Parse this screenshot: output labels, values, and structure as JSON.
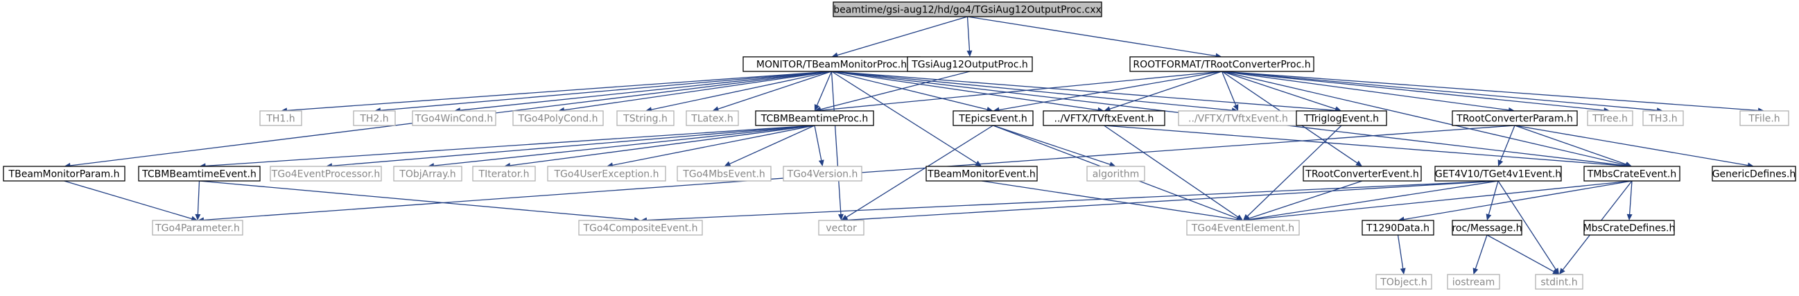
{
  "diagram": {
    "type": "include-dependency-graph",
    "nodes": [
      {
        "id": "root",
        "label": "beamtime/gsi-aug12/hd/go4/TGsiAug12OutputProc.cxx",
        "style": "root"
      },
      {
        "id": "monitor",
        "label": "MONITOR/TBeamMonitorProc.h",
        "style": "normal"
      },
      {
        "id": "tgsiout",
        "label": "TGsiAug12OutputProc.h",
        "style": "normal"
      },
      {
        "id": "rootfmt",
        "label": "ROOTFORMAT/TRootConverterProc.h",
        "style": "normal"
      },
      {
        "id": "th1",
        "label": "TH1.h",
        "style": "missing"
      },
      {
        "id": "th2",
        "label": "TH2.h",
        "style": "missing"
      },
      {
        "id": "wincond",
        "label": "TGo4WinCond.h",
        "style": "missing"
      },
      {
        "id": "polycond",
        "label": "TGo4PolyCond.h",
        "style": "missing"
      },
      {
        "id": "tstring",
        "label": "TString.h",
        "style": "missing"
      },
      {
        "id": "tlatex",
        "label": "TLatex.h",
        "style": "missing"
      },
      {
        "id": "tcbmproc",
        "label": "TCBMBeamtimeProc.h",
        "style": "normal"
      },
      {
        "id": "tepics",
        "label": "TEpicsEvent.h",
        "style": "normal"
      },
      {
        "id": "tvftx",
        "label": "../VFTX/TVftxEvent.h",
        "style": "normal"
      },
      {
        "id": "tvftx2",
        "label": "../VFTX/TVftxEvent.h",
        "style": "missing"
      },
      {
        "id": "ttriglog",
        "label": "TTriglogEvent.h",
        "style": "normal"
      },
      {
        "id": "trcparam",
        "label": "TRootConverterParam.h",
        "style": "normal"
      },
      {
        "id": "ttree",
        "label": "TTree.h",
        "style": "missing"
      },
      {
        "id": "th3",
        "label": "TH3.h",
        "style": "missing"
      },
      {
        "id": "tfile",
        "label": "TFile.h",
        "style": "missing"
      },
      {
        "id": "tbmparam",
        "label": "TBeamMonitorParam.h",
        "style": "normal"
      },
      {
        "id": "tcbmevent",
        "label": "TCBMBeamtimeEvent.h",
        "style": "normal"
      },
      {
        "id": "evproc",
        "label": "TGo4EventProcessor.h",
        "style": "missing"
      },
      {
        "id": "tobjarray",
        "label": "TObjArray.h",
        "style": "missing"
      },
      {
        "id": "titerator",
        "label": "TIterator.h",
        "style": "missing"
      },
      {
        "id": "userexc",
        "label": "TGo4UserException.h",
        "style": "missing"
      },
      {
        "id": "mbsevent",
        "label": "TGo4MbsEvent.h",
        "style": "missing"
      },
      {
        "id": "go4version",
        "label": "TGo4Version.h",
        "style": "missing"
      },
      {
        "id": "tbmevent",
        "label": "TBeamMonitorEvent.h",
        "style": "normal"
      },
      {
        "id": "algorithm",
        "label": "algorithm",
        "style": "missing"
      },
      {
        "id": "trcevent",
        "label": "TRootConverterEvent.h",
        "style": "normal"
      },
      {
        "id": "get4",
        "label": "GET4V10/TGet4v1Event.h",
        "style": "normal"
      },
      {
        "id": "mbscrate",
        "label": "TMbsCrateEvent.h",
        "style": "normal"
      },
      {
        "id": "generic",
        "label": "GenericDefines.h",
        "style": "normal"
      },
      {
        "id": "go4param",
        "label": "TGo4Parameter.h",
        "style": "missing"
      },
      {
        "id": "composite",
        "label": "TGo4CompositeEvent.h",
        "style": "missing"
      },
      {
        "id": "vector",
        "label": "vector",
        "style": "missing"
      },
      {
        "id": "evelement",
        "label": "TGo4EventElement.h",
        "style": "missing"
      },
      {
        "id": "t1290",
        "label": "T1290Data.h",
        "style": "normal"
      },
      {
        "id": "rocmsg",
        "label": "roc/Message.h",
        "style": "normal"
      },
      {
        "id": "mbsdefines",
        "label": "MbsCrateDefines.h",
        "style": "normal"
      },
      {
        "id": "tobject",
        "label": "TObject.h",
        "style": "missing"
      },
      {
        "id": "iostream",
        "label": "iostream",
        "style": "missing"
      },
      {
        "id": "stdint",
        "label": "stdint.h",
        "style": "missing"
      }
    ],
    "edges": [
      [
        "root",
        "monitor"
      ],
      [
        "root",
        "tgsiout"
      ],
      [
        "root",
        "rootfmt"
      ],
      [
        "monitor",
        "th1"
      ],
      [
        "monitor",
        "th2"
      ],
      [
        "monitor",
        "wincond"
      ],
      [
        "monitor",
        "polycond"
      ],
      [
        "monitor",
        "tstring"
      ],
      [
        "monitor",
        "tlatex"
      ],
      [
        "monitor",
        "tcbmproc"
      ],
      [
        "monitor",
        "tepics"
      ],
      [
        "monitor",
        "tvftx"
      ],
      [
        "monitor",
        "tvftx2"
      ],
      [
        "monitor",
        "ttriglog"
      ],
      [
        "monitor",
        "mbscrate"
      ],
      [
        "monitor",
        "tbmparam"
      ],
      [
        "monitor",
        "tbmevent"
      ],
      [
        "monitor",
        "vector"
      ],
      [
        "tgsiout",
        "tcbmproc"
      ],
      [
        "rootfmt",
        "tcbmproc"
      ],
      [
        "rootfmt",
        "tepics"
      ],
      [
        "rootfmt",
        "tvftx"
      ],
      [
        "rootfmt",
        "tvftx2"
      ],
      [
        "rootfmt",
        "ttriglog"
      ],
      [
        "rootfmt",
        "trcparam"
      ],
      [
        "rootfmt",
        "ttree"
      ],
      [
        "rootfmt",
        "th3"
      ],
      [
        "rootfmt",
        "tfile"
      ],
      [
        "rootfmt",
        "trcevent"
      ],
      [
        "rootfmt",
        "mbscrate"
      ],
      [
        "tcbmproc",
        "tcbmevent"
      ],
      [
        "tcbmproc",
        "evproc"
      ],
      [
        "tcbmproc",
        "tobjarray"
      ],
      [
        "tcbmproc",
        "titerator"
      ],
      [
        "tcbmproc",
        "userexc"
      ],
      [
        "tcbmproc",
        "mbsevent"
      ],
      [
        "tcbmproc",
        "go4version"
      ],
      [
        "tepics",
        "algorithm"
      ],
      [
        "tepics",
        "vector"
      ],
      [
        "tepics",
        "evelement"
      ],
      [
        "tvftx",
        "evelement"
      ],
      [
        "tvftx",
        "mbscrate"
      ],
      [
        "ttriglog",
        "evelement"
      ],
      [
        "trcparam",
        "get4"
      ],
      [
        "trcparam",
        "mbscrate"
      ],
      [
        "trcparam",
        "generic"
      ],
      [
        "trcparam",
        "go4param"
      ],
      [
        "tbmparam",
        "go4param"
      ],
      [
        "tcbmevent",
        "go4param"
      ],
      [
        "tcbmevent",
        "composite"
      ],
      [
        "tbmevent",
        "evelement"
      ],
      [
        "trcevent",
        "evelement"
      ],
      [
        "get4",
        "composite"
      ],
      [
        "get4",
        "evelement"
      ],
      [
        "get4",
        "rocmsg"
      ],
      [
        "get4",
        "stdint"
      ],
      [
        "get4",
        "vector"
      ],
      [
        "mbscrate",
        "evelement"
      ],
      [
        "mbscrate",
        "t1290"
      ],
      [
        "mbscrate",
        "mbsdefines"
      ],
      [
        "mbscrate",
        "stdint"
      ],
      [
        "t1290",
        "tobject"
      ],
      [
        "rocmsg",
        "iostream"
      ],
      [
        "rocmsg",
        "stdint"
      ]
    ]
  }
}
